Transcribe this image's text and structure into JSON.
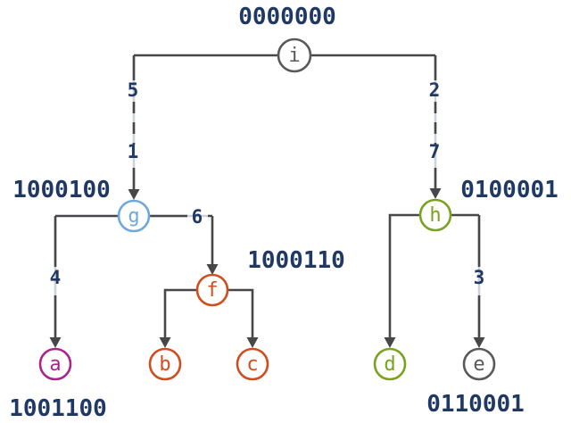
{
  "diagram": {
    "background": "#ffffff",
    "edge_color": "#47474a",
    "label_color": "#1f3864"
  },
  "nodes": {
    "i": {
      "label": "i",
      "color": "#595959"
    },
    "g": {
      "label": "g",
      "color": "#6fa8dc"
    },
    "h": {
      "label": "h",
      "color": "#7aa21d"
    },
    "f": {
      "label": "f",
      "color": "#cf4e1f"
    },
    "a": {
      "label": "a",
      "color": "#a8258c"
    },
    "b": {
      "label": "b",
      "color": "#cf4e1f"
    },
    "c": {
      "label": "c",
      "color": "#cf4e1f"
    },
    "d": {
      "label": "d",
      "color": "#7aa21d"
    },
    "e": {
      "label": "e",
      "color": "#595959"
    }
  },
  "codes": {
    "i": "0000000",
    "g": "1000100",
    "h": "0100001",
    "f": "1000110",
    "a": "1001100",
    "e": "0110001"
  },
  "weights": {
    "edge_i_g": {
      "upper": "5",
      "lower": "1"
    },
    "edge_i_h": {
      "upper": "2",
      "lower": "7"
    },
    "edge_g_a": "4",
    "edge_g_f": "6",
    "edge_h_e": "3"
  }
}
